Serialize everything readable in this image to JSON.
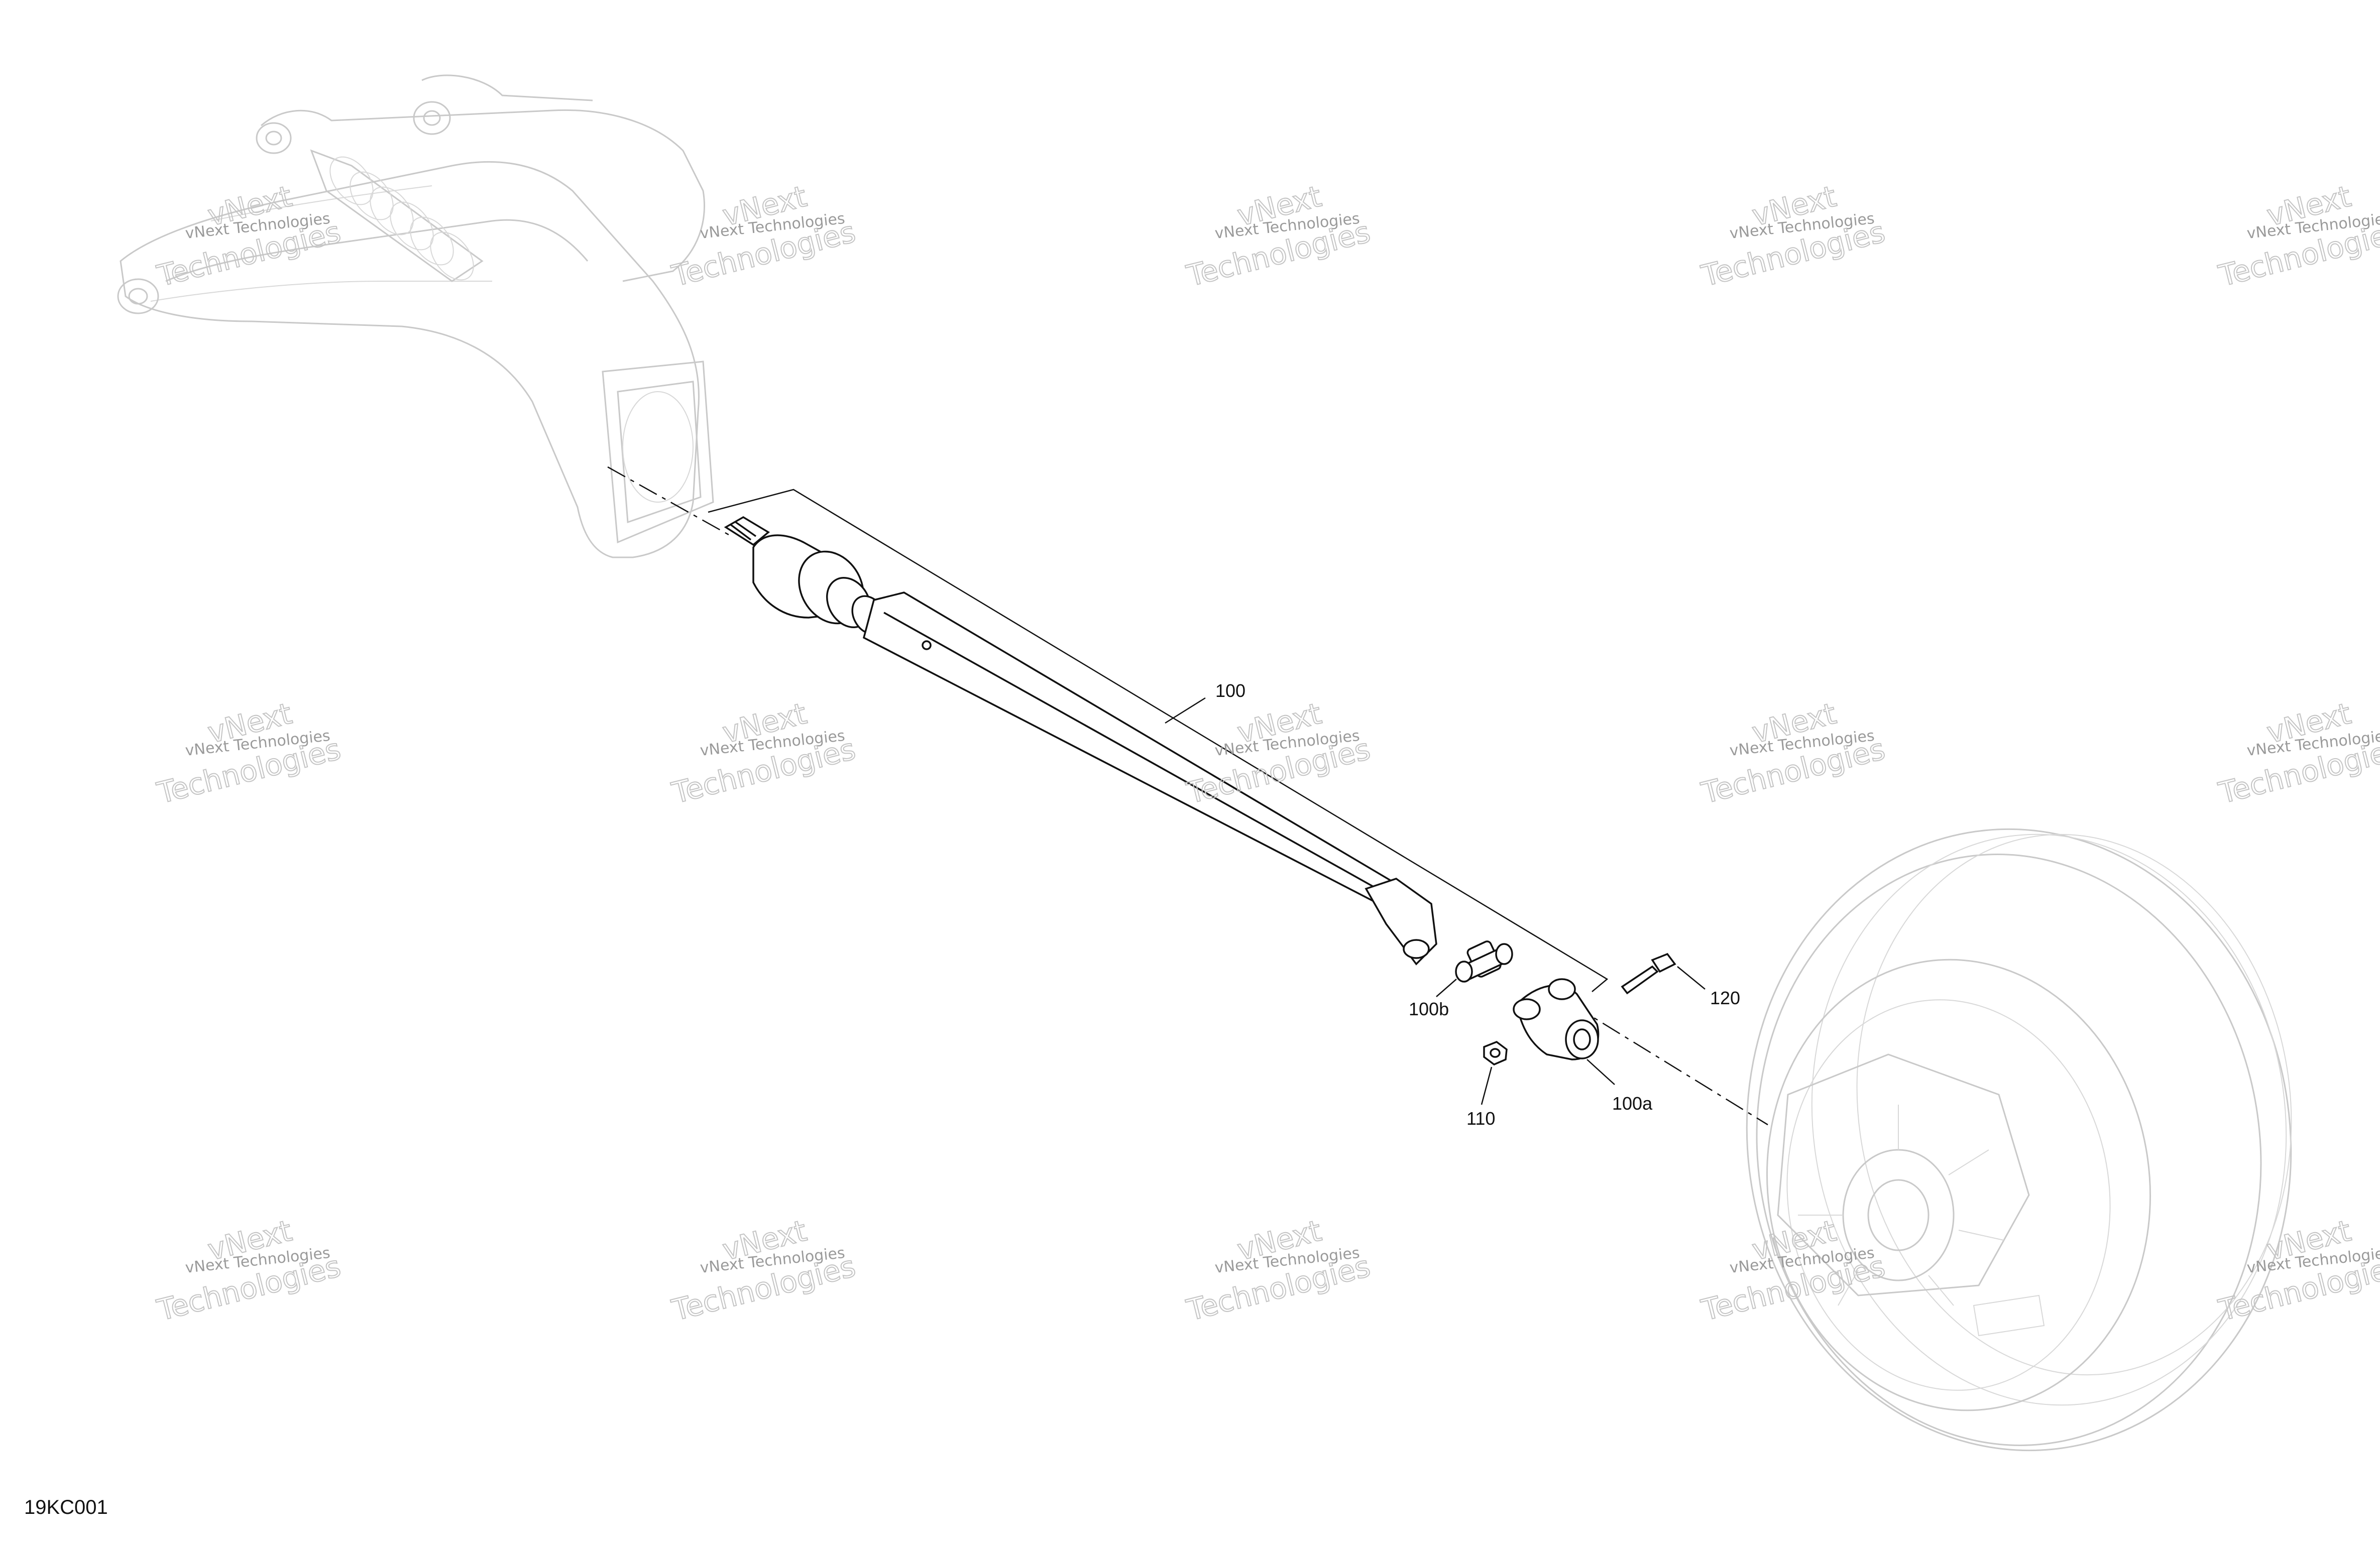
{
  "figure": {
    "id": "19KC001"
  },
  "watermark": {
    "small_text": "vNext Technologies",
    "large_line1": "vNext",
    "large_line2": "Technologies"
  },
  "parts": {
    "p100": "100",
    "p100a": "100a",
    "p100b": "100b",
    "p110": "110",
    "p120": "120"
  },
  "icons": {
    "swing_arm": "swing-arm-icon",
    "drive_shaft": "drive-shaft-icon",
    "universal_joint": "universal-joint-icon",
    "yoke": "yoke-icon",
    "nut": "nut-icon",
    "bolt": "bolt-icon",
    "wheel": "wheel-icon"
  }
}
